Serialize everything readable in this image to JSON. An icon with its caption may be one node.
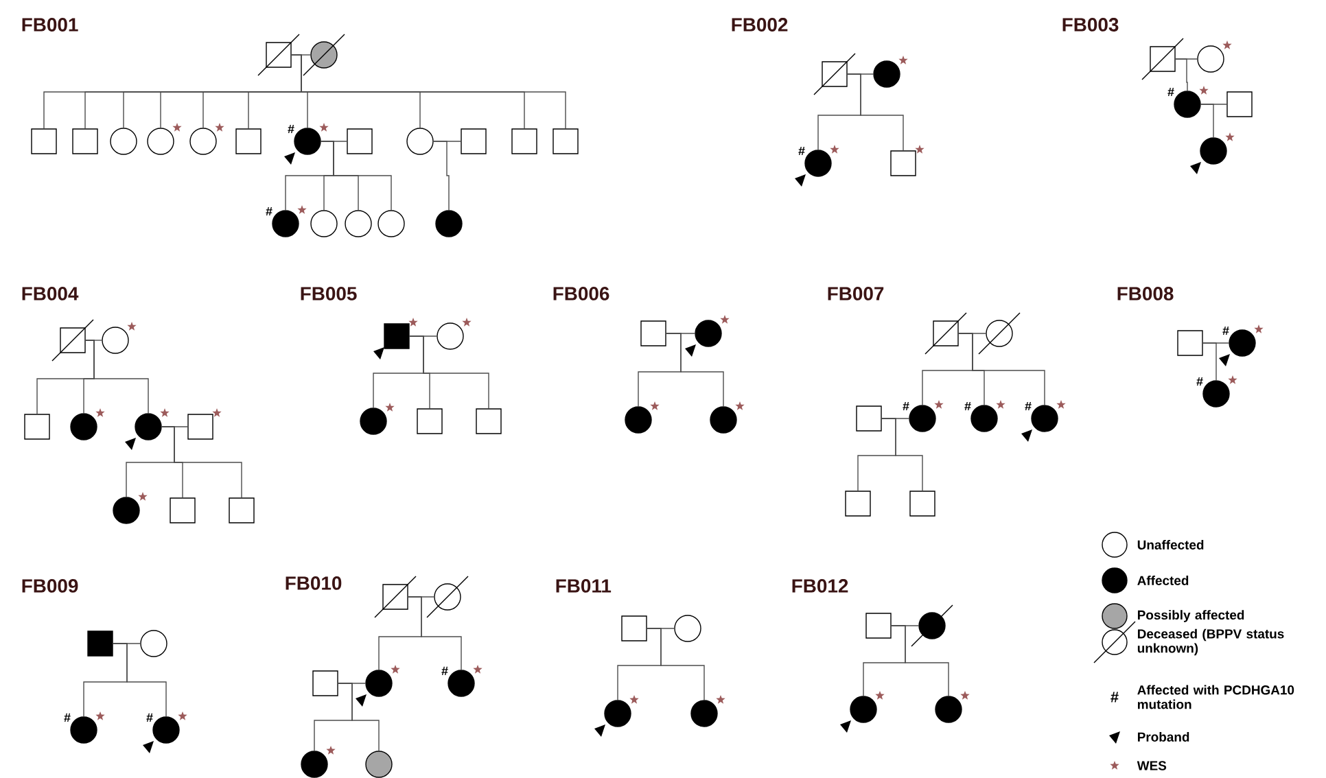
{
  "diagram": {
    "nodes": [
      {
        "text": [],
        "shape": "box"
      },
      {
        "text": [],
        "shape": "circle"
      },
      {
        "text": [],
        "shape": "box"
      },
      {
        "text": [],
        "shape": "box"
      },
      {
        "text": [],
        "shape": "circle"
      },
      {
        "text": [],
        "shape": "circle"
      },
      {
        "text": [],
        "shape": "circle"
      },
      {
        "text": [],
        "shape": "box"
      },
      {
        "text": [],
        "shape": "circle",
        "beside": [
          "#"
        ]
      },
      {
        "text": [],
        "shape": "box"
      },
      {
        "text": [],
        "shape": "circle"
      },
      {
        "text": [],
        "shape": "box"
      },
      {
        "text": [],
        "shape": "box"
      },
      {
        "text": [],
        "shape": "box"
      },
      {
        "text": [],
        "shape": "circle",
        "beside": [
          "#"
        ]
      },
      {
        "text": [],
        "shape": "circle"
      },
      {
        "text": [],
        "shape": "circle"
      },
      {
        "text": [],
        "shape": "circle"
      },
      {
        "text": [],
        "shape": "circle"
      },
      {
        "text": [],
        "shape": "box"
      },
      {
        "text": [],
        "shape": "circle"
      },
      {
        "text": [],
        "shape": "circle",
        "beside": [
          "#"
        ]
      },
      {
        "text": [],
        "shape": "box"
      },
      {
        "text": [],
        "shape": "box"
      },
      {
        "text": [],
        "shape": "circle"
      },
      {
        "text": [],
        "shape": "circle",
        "beside": [
          "#"
        ]
      },
      {
        "text": [],
        "shape": "box"
      },
      {
        "text": [],
        "shape": "circle"
      },
      {
        "text": [],
        "shape": "box"
      },
      {
        "text": [],
        "shape": "circle"
      },
      {
        "text": [],
        "shape": "box"
      },
      {
        "text": [],
        "shape": "circle"
      },
      {
        "text": [],
        "shape": "circle"
      },
      {
        "text": [],
        "shape": "box"
      },
      {
        "text": [],
        "shape": "circle"
      },
      {
        "text": [],
        "shape": "box"
      },
      {
        "text": [],
        "shape": "box"
      },
      {
        "text": [],
        "shape": "box"
      },
      {
        "text": [],
        "shape": "circle"
      },
      {
        "text": [],
        "shape": "circle"
      },
      {
        "text": [],
        "shape": "box"
      },
      {
        "text": [],
        "shape": "box"
      },
      {
        "text": [],
        "shape": "box"
      },
      {
        "text": [],
        "shape": "circle"
      },
      {
        "text": [],
        "shape": "circle"
      },
      {
        "text": [],
        "shape": "circle"
      },
      {
        "text": [],
        "shape": "box"
      },
      {
        "text": [],
        "shape": "circle"
      },
      {
        "text": [],
        "shape": "box"
      },
      {
        "text": [],
        "shape": "circle",
        "beside": [
          "#"
        ]
      },
      {
        "text": [],
        "shape": "circle",
        "beside": [
          "#"
        ]
      },
      {
        "text": [],
        "shape": "circle",
        "beside": [
          "#"
        ]
      },
      {
        "text": [],
        "shape": "box"
      },
      {
        "text": [],
        "shape": "box"
      },
      {
        "text": [],
        "shape": "box"
      },
      {
        "text": [],
        "shape": "circle",
        "beside": [
          "#"
        ]
      },
      {
        "text": [],
        "shape": "circle",
        "beside": [
          "#"
        ]
      },
      {
        "text": [],
        "shape": "box"
      },
      {
        "text": [],
        "shape": "circle"
      },
      {
        "text": [],
        "shape": "circle",
        "beside": [
          "#"
        ]
      },
      {
        "text": [],
        "shape": "circle",
        "beside": [
          "#"
        ]
      },
      {
        "text": [],
        "shape": "box"
      },
      {
        "text": [],
        "shape": "circle"
      },
      {
        "text": [],
        "shape": "box"
      },
      {
        "text": [],
        "shape": "circle"
      },
      {
        "text": [],
        "shape": "circle",
        "beside": [
          "#"
        ]
      },
      {
        "text": [],
        "shape": "circle"
      },
      {
        "text": [],
        "shape": "circle"
      },
      {
        "text": [],
        "shape": "box"
      },
      {
        "text": [],
        "shape": "circle"
      },
      {
        "text": [],
        "shape": "circle"
      },
      {
        "text": [],
        "shape": "circle"
      },
      {
        "text": [],
        "shape": "box"
      },
      {
        "text": [],
        "shape": "circle"
      },
      {
        "text": [],
        "shape": "circle"
      },
      {
        "text": [],
        "shape": "circle"
      }
    ],
    "edges": [
      {
        "from": 0,
        "to": 1,
        "arrow": "none"
      },
      {
        "from": 0,
        "to": 2,
        "arrow": "none"
      },
      {
        "from": 0,
        "to": 3,
        "arrow": "none"
      },
      {
        "from": 0,
        "to": 4,
        "arrow": "none"
      },
      {
        "from": 0,
        "to": 5,
        "arrow": "none"
      },
      {
        "from": 0,
        "to": 6,
        "arrow": "none"
      },
      {
        "from": 0,
        "to": 7,
        "arrow": "none"
      },
      {
        "from": 0,
        "to": 8,
        "arrow": "none"
      },
      {
        "from": 0,
        "to": 10,
        "arrow": "none"
      },
      {
        "from": 0,
        "to": 12,
        "arrow": "none"
      },
      {
        "from": 0,
        "to": 13,
        "arrow": "none"
      },
      {
        "from": 8,
        "to": 9,
        "arrow": "none"
      },
      {
        "from": 8,
        "to": 14,
        "arrow": "none"
      },
      {
        "from": 8,
        "to": 15,
        "arrow": "none"
      },
      {
        "from": 8,
        "to": 16,
        "arrow": "none"
      },
      {
        "from": 8,
        "to": 17,
        "arrow": "none"
      },
      {
        "from": 10,
        "to": 11,
        "arrow": "none"
      },
      {
        "from": 10,
        "to": 18,
        "arrow": "none"
      },
      {
        "from": 19,
        "to": 20,
        "arrow": "none"
      },
      {
        "from": 19,
        "to": 21,
        "arrow": "none"
      },
      {
        "from": 19,
        "to": 22,
        "arrow": "none"
      },
      {
        "from": 23,
        "to": 24,
        "arrow": "none"
      },
      {
        "from": 23,
        "to": 25,
        "arrow": "none"
      },
      {
        "from": 25,
        "to": 26,
        "arrow": "none"
      },
      {
        "from": 25,
        "to": 27,
        "arrow": "none"
      },
      {
        "from": 28,
        "to": 29,
        "arrow": "none"
      },
      {
        "from": 28,
        "to": 30,
        "arrow": "none"
      },
      {
        "from": 28,
        "to": 31,
        "arrow": "none"
      },
      {
        "from": 28,
        "to": 32,
        "arrow": "none"
      },
      {
        "from": 32,
        "to": 33,
        "arrow": "none"
      },
      {
        "from": 32,
        "to": 34,
        "arrow": "none"
      },
      {
        "from": 32,
        "to": 35,
        "arrow": "none"
      },
      {
        "from": 32,
        "to": 36,
        "arrow": "none"
      },
      {
        "from": 37,
        "to": 38,
        "arrow": "none"
      },
      {
        "from": 37,
        "to": 39,
        "arrow": "none"
      },
      {
        "from": 37,
        "to": 40,
        "arrow": "none"
      },
      {
        "from": 37,
        "to": 41,
        "arrow": "none"
      },
      {
        "from": 42,
        "to": 43,
        "arrow": "none"
      },
      {
        "from": 42,
        "to": 44,
        "arrow": "none"
      },
      {
        "from": 42,
        "to": 45,
        "arrow": "none"
      },
      {
        "from": 46,
        "to": 47,
        "arrow": "none"
      },
      {
        "from": 46,
        "to": 49,
        "arrow": "none"
      },
      {
        "from": 46,
        "to": 50,
        "arrow": "none"
      },
      {
        "from": 46,
        "to": 51,
        "arrow": "none"
      },
      {
        "from": 48,
        "to": 49,
        "arrow": "none"
      },
      {
        "from": 48,
        "to": 52,
        "arrow": "none"
      },
      {
        "from": 48,
        "to": 53,
        "arrow": "none"
      },
      {
        "from": 54,
        "to": 55,
        "arrow": "none"
      },
      {
        "from": 54,
        "to": 56,
        "arrow": "none"
      },
      {
        "from": 57,
        "to": 58,
        "arrow": "none"
      },
      {
        "from": 57,
        "to": 59,
        "arrow": "none"
      },
      {
        "from": 57,
        "to": 60,
        "arrow": "none"
      },
      {
        "from": 61,
        "to": 62,
        "arrow": "none"
      },
      {
        "from": 61,
        "to": 64,
        "arrow": "none"
      },
      {
        "from": 61,
        "to": 65,
        "arrow": "none"
      },
      {
        "from": 63,
        "to": 64,
        "arrow": "none"
      },
      {
        "from": 63,
        "to": 66,
        "arrow": "none"
      },
      {
        "from": 63,
        "to": 67,
        "arrow": "none"
      },
      {
        "from": 68,
        "to": 69,
        "arrow": "none"
      },
      {
        "from": 68,
        "to": 70,
        "arrow": "none"
      },
      {
        "from": 68,
        "to": 71,
        "arrow": "none"
      },
      {
        "from": 72,
        "to": 73,
        "arrow": "none"
      },
      {
        "from": 72,
        "to": 74,
        "arrow": "none"
      },
      {
        "from": 72,
        "to": 75,
        "arrow": "none"
      }
    ],
    "labels": [
      "FB001",
      "FB002",
      "FB003",
      "FB004",
      "FB005",
      "FB006",
      "FB007",
      "FB008",
      "FB009",
      "FB010",
      "FB011",
      "FB012",
      "#"
    ],
    "legend": [
      {
        "text": "Unaffected"
      },
      {
        "text": "Affected"
      },
      {
        "text": "Possibly affected"
      },
      {
        "text": "Deceased (BPPV status unknown)"
      },
      {
        "text": "Affected with PCDHGA10 mutation"
      },
      {
        "text": "Proband"
      },
      {
        "text": "WES"
      }
    ]
  }
}
